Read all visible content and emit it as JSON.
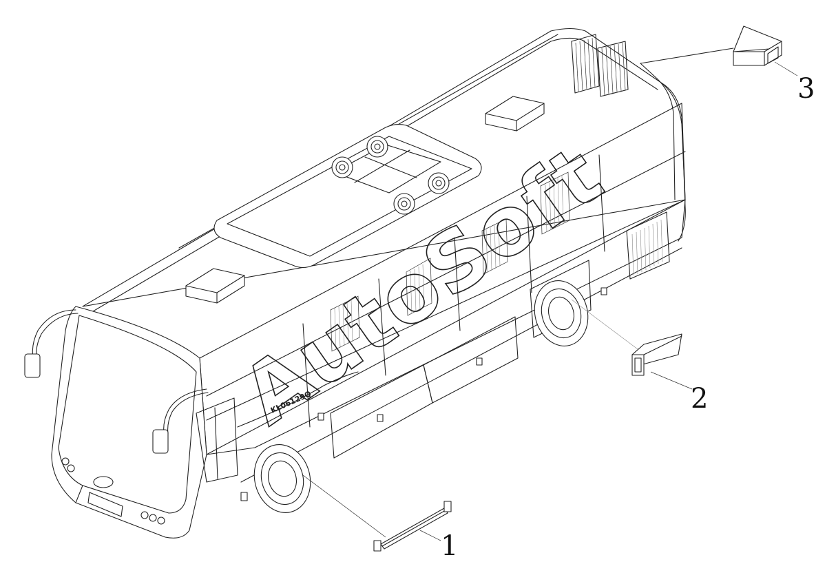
{
  "callouts": [
    {
      "label": "1"
    },
    {
      "label": "2"
    },
    {
      "label": "3"
    }
  ],
  "watermark": "AutoSoft",
  "bus": {
    "side_plate": "KL06129Q"
  },
  "colors": {
    "line": "#222222",
    "background": "#ffffff"
  }
}
